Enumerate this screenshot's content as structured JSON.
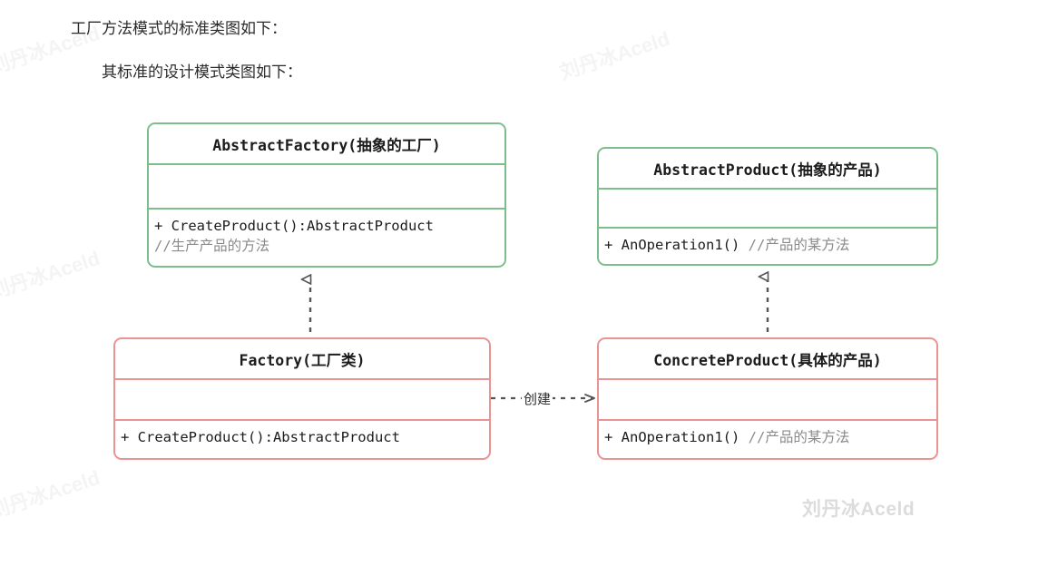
{
  "page": {
    "prose_line_1": "工厂方法模式的标准类图如下：",
    "prose_line_2": "其标准的设计模式类图如下："
  },
  "watermarks": {
    "faint_text": "刘丹冰Aceld",
    "strong_text": "刘丹冰Aceld"
  },
  "colors": {
    "abstract_border": "#7cbf8c",
    "concrete_border": "#e99392",
    "text": "#1c1c1c",
    "comment": "#8a8a8a",
    "connector": "#555555",
    "watermark_faint": "#f4f4f4",
    "watermark_strong": "#dcdcdc"
  },
  "diagram": {
    "type": "uml-class-diagram",
    "classes": [
      {
        "id": "abstract-factory",
        "title": "AbstractFactory(抽象的工厂)",
        "stereotype": "abstract",
        "attributes": [],
        "operations": [
          {
            "signature": "+ CreateProduct():AbstractProduct",
            "comment": "//生产产品的方法",
            "comment_on_new_line": true
          }
        ]
      },
      {
        "id": "abstract-product",
        "title": "AbstractProduct(抽象的产品)",
        "stereotype": "abstract",
        "attributes": [],
        "operations": [
          {
            "signature": "+ AnOperation1()",
            "comment": "//产品的某方法",
            "comment_on_new_line": false
          }
        ]
      },
      {
        "id": "factory",
        "title": "Factory(工厂类)",
        "stereotype": "concrete",
        "attributes": [],
        "operations": [
          {
            "signature": "+ CreateProduct():AbstractProduct",
            "comment": "",
            "comment_on_new_line": false
          }
        ]
      },
      {
        "id": "concrete-product",
        "title": "ConcreteProduct(具体的产品)",
        "stereotype": "concrete",
        "attributes": [],
        "operations": [
          {
            "signature": "+ AnOperation1()",
            "comment": "//产品的某方法",
            "comment_on_new_line": false
          }
        ]
      }
    ],
    "relations": [
      {
        "id": "rel-factory-impl",
        "from": "factory",
        "to": "abstract-factory",
        "kind": "realization",
        "style": "dashed",
        "arrow": "hollow-triangle",
        "label": ""
      },
      {
        "id": "rel-product-impl",
        "from": "concrete-product",
        "to": "abstract-product",
        "kind": "realization",
        "style": "dashed",
        "arrow": "hollow-triangle",
        "label": ""
      },
      {
        "id": "rel-creates",
        "from": "factory",
        "to": "concrete-product",
        "kind": "dependency",
        "style": "dashed",
        "arrow": "open",
        "label": "创建"
      }
    ]
  }
}
